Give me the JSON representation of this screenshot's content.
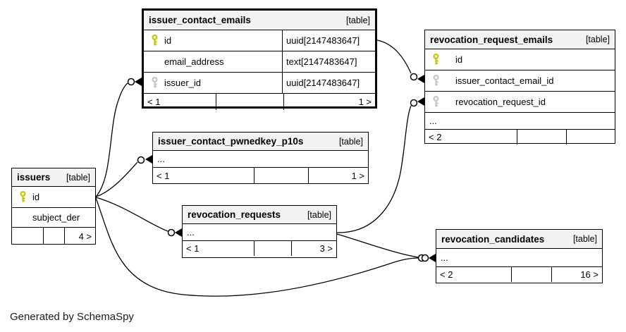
{
  "colors": {
    "primary_key": "#c6c600",
    "foreign_key": "#c6c6c6",
    "header_bg": "#f2f2f2",
    "border": "#000000"
  },
  "footer_note": "Generated by SchemaSpy",
  "tables": [
    {
      "name": "issuer_contact_emails",
      "type_label": "[table]",
      "emphasized": true,
      "columns": [
        {
          "name": "id",
          "type": "uuid[2147483647]",
          "key": "primary"
        },
        {
          "name": "email_address",
          "type": "text[2147483647]",
          "key": "none"
        },
        {
          "name": "issuer_id",
          "type": "uuid[2147483647]",
          "key": "foreign"
        }
      ],
      "footer": {
        "left": "< 1",
        "middle": "",
        "right": "1 >"
      }
    },
    {
      "name": "revocation_request_emails",
      "type_label": "[table]",
      "emphasized": false,
      "columns": [
        {
          "name": "id",
          "key": "primary"
        },
        {
          "name": "issuer_contact_email_id",
          "key": "foreign"
        },
        {
          "name": "revocation_request_id",
          "key": "foreign"
        },
        {
          "name": "...",
          "key": "none"
        }
      ],
      "footer": {
        "left": "< 2",
        "middle": "",
        "right": ""
      }
    },
    {
      "name": "issuer_contact_pwnedkey_p10s",
      "type_label": "[table]",
      "emphasized": false,
      "columns": [
        {
          "name": "...",
          "key": "none"
        }
      ],
      "footer": {
        "left": "< 1",
        "middle": "",
        "right": "1 >"
      }
    },
    {
      "name": "issuers",
      "type_label": "[table]",
      "emphasized": false,
      "columns": [
        {
          "name": "id",
          "key": "primary"
        },
        {
          "name": "subject_der",
          "key": "none"
        }
      ],
      "footer": {
        "left": "",
        "middle": "",
        "right": "4 >"
      }
    },
    {
      "name": "revocation_requests",
      "type_label": "[table]",
      "emphasized": false,
      "columns": [
        {
          "name": "...",
          "key": "none"
        }
      ],
      "footer": {
        "left": "< 1",
        "middle": "",
        "right": "3 >"
      }
    },
    {
      "name": "revocation_candidates",
      "type_label": "[table]",
      "emphasized": false,
      "columns": [
        {
          "name": "...",
          "key": "none"
        }
      ],
      "footer": {
        "left": "< 2",
        "middle": "",
        "right": "16 >"
      }
    }
  ],
  "relationships": [
    {
      "from": "issuers.id",
      "to": "issuer_contact_emails.issuer_id"
    },
    {
      "from": "issuers.id",
      "to": "issuer_contact_pwnedkey_p10s"
    },
    {
      "from": "issuers.id",
      "to": "revocation_requests"
    },
    {
      "from": "issuers.id",
      "to": "revocation_candidates"
    },
    {
      "from": "issuer_contact_emails.id",
      "to": "revocation_request_emails.issuer_contact_email_id"
    },
    {
      "from": "revocation_requests",
      "to": "revocation_request_emails.revocation_request_id"
    },
    {
      "from": "revocation_requests",
      "to": "revocation_candidates"
    }
  ]
}
